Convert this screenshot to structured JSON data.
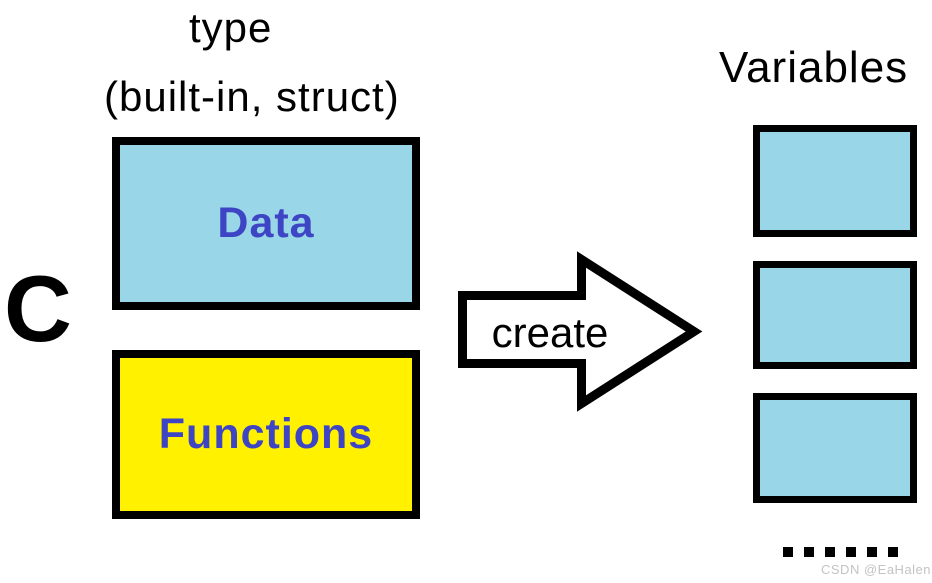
{
  "diagram": {
    "language_label": "C",
    "type_section": {
      "title": "type",
      "subtitle": "(built-in, struct)",
      "boxes": [
        {
          "label": "Data",
          "fill": "#99D6E8"
        },
        {
          "label": "Functions",
          "fill": "#FFF100"
        }
      ]
    },
    "arrow": {
      "label": "create"
    },
    "variables_section": {
      "title": "Variables",
      "box_count": 3,
      "box_fill": "#99D6E8",
      "dot_count": 6
    },
    "watermark": "CSDN @EaHalen"
  },
  "colors": {
    "box_blue": "#99D6E8",
    "box_yellow": "#FFF100",
    "label_blue": "#3E45C4",
    "outline": "#000000",
    "watermark_gray": "#C3C3C3",
    "text_black": "#000000"
  }
}
